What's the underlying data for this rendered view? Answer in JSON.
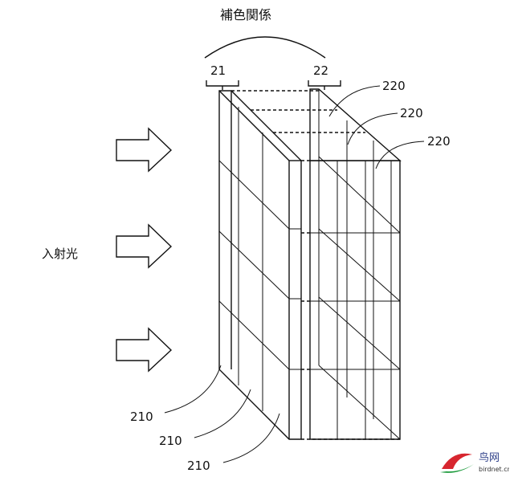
{
  "labels": {
    "title": "補色関係",
    "incident_light": "入射光",
    "plate_21": "21",
    "plate_22": "22",
    "ref_220_a": "220",
    "ref_220_b": "220",
    "ref_220_c": "220",
    "ref_210_a": "210",
    "ref_210_b": "210",
    "ref_210_c": "210"
  },
  "watermark": {
    "chars": "鸟网",
    "url": "birdnet.cn",
    "colors": {
      "red": "#d7262f",
      "green": "#1a9a3a"
    }
  }
}
